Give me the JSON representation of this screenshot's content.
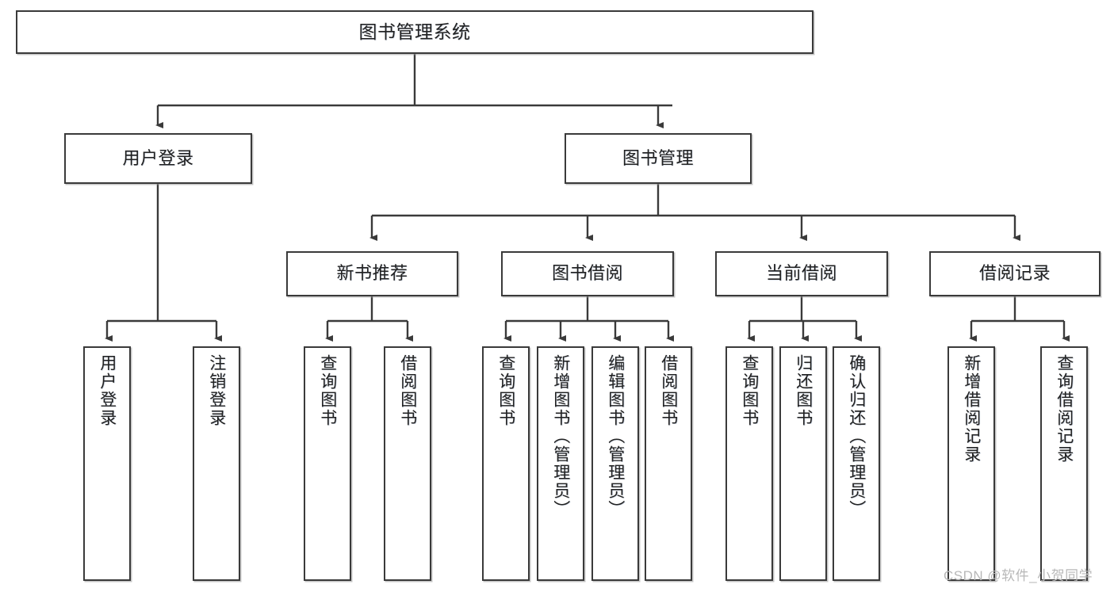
{
  "diagram": {
    "title": "图书管理系统",
    "type": "功能结构图",
    "watermark": "CSDN @软件_小贺同学",
    "line_color": "#3a3a3a",
    "box_fill": "#ffffff",
    "text_color": "#222222"
  },
  "nodes": {
    "root": {
      "label": "图书管理系统"
    },
    "level2": [
      {
        "label": "用户登录"
      },
      {
        "label": "图书管理"
      }
    ],
    "level3": [
      {
        "label": "新书推荐"
      },
      {
        "label": "图书借阅"
      },
      {
        "label": "当前借阅"
      },
      {
        "label": "借阅记录"
      }
    ],
    "leaves_user_login": [
      {
        "label": "用户登录"
      },
      {
        "label": "注销登录"
      }
    ],
    "leaves_new_books": [
      {
        "label": "查询图书"
      },
      {
        "label": "借阅图书"
      }
    ],
    "leaves_borrow": [
      {
        "label": "查询图书"
      },
      {
        "label": "新增图书（管理员）"
      },
      {
        "label": "编辑图书（管理员）"
      },
      {
        "label": "借阅图书"
      }
    ],
    "leaves_current": [
      {
        "label": "查询图书"
      },
      {
        "label": "归还图书"
      },
      {
        "label": "确认归还（管理员）"
      }
    ],
    "leaves_records": [
      {
        "label": "新增借阅记录"
      },
      {
        "label": "查询借阅记录"
      }
    ]
  }
}
